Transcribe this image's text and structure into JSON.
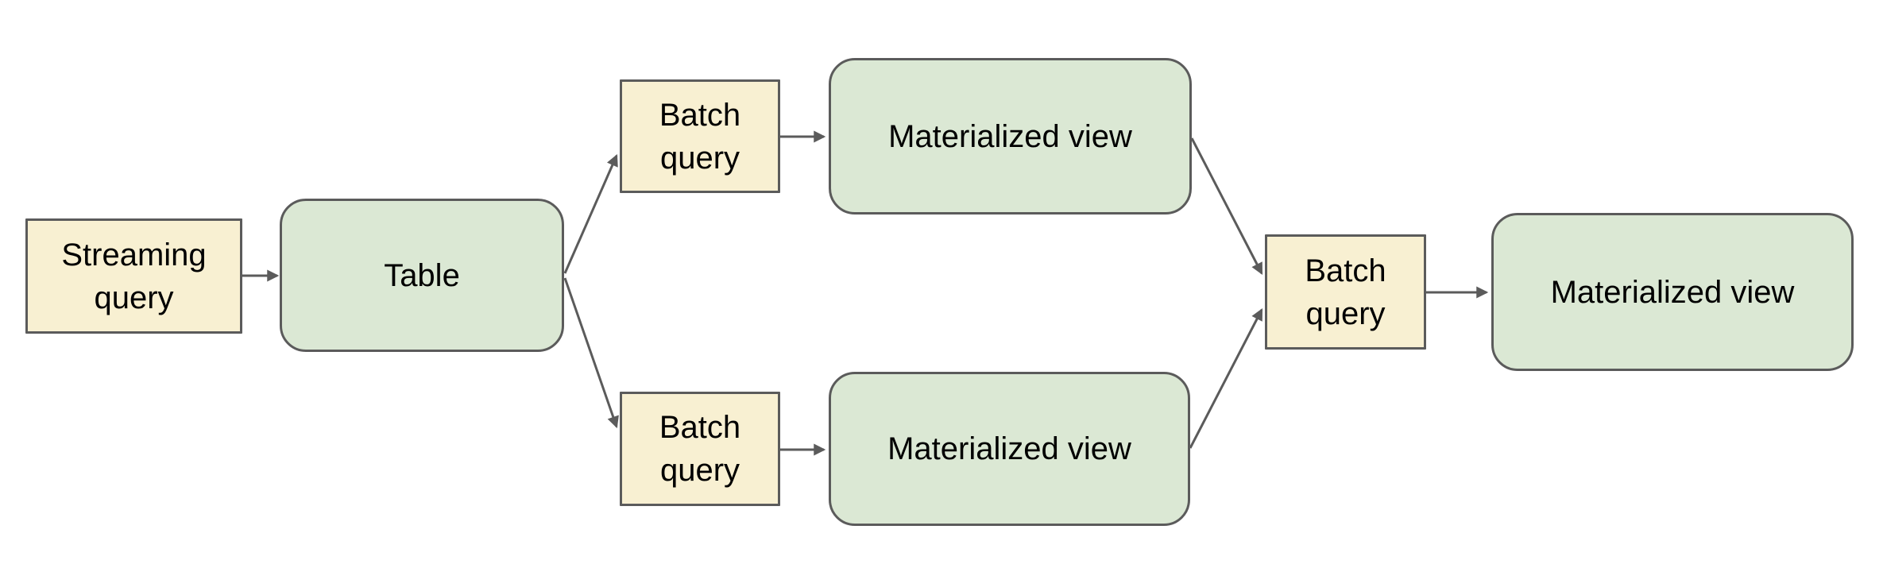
{
  "diagram": {
    "type": "flowchart",
    "nodes": {
      "streaming_query": {
        "label": "Streaming query",
        "kind": "query"
      },
      "table": {
        "label": "Table",
        "kind": "dataset"
      },
      "batch_query_top": {
        "label": "Batch query",
        "kind": "query"
      },
      "materialized_view_top": {
        "label": "Materialized view",
        "kind": "dataset"
      },
      "batch_query_bottom": {
        "label": "Batch query",
        "kind": "query"
      },
      "materialized_view_bottom": {
        "label": "Materialized view",
        "kind": "dataset"
      },
      "batch_query_right": {
        "label": "Batch query",
        "kind": "query"
      },
      "materialized_view_final": {
        "label": "Materialized view",
        "kind": "dataset"
      }
    },
    "edges": [
      {
        "from": "streaming_query",
        "to": "table"
      },
      {
        "from": "table",
        "to": "batch_query_top"
      },
      {
        "from": "table",
        "to": "batch_query_bottom"
      },
      {
        "from": "batch_query_top",
        "to": "materialized_view_top"
      },
      {
        "from": "batch_query_bottom",
        "to": "materialized_view_bottom"
      },
      {
        "from": "materialized_view_top",
        "to": "batch_query_right"
      },
      {
        "from": "materialized_view_bottom",
        "to": "batch_query_right"
      },
      {
        "from": "batch_query_right",
        "to": "materialized_view_final"
      }
    ],
    "colors": {
      "query_fill": "#f8f0d2",
      "view_fill": "#dbe8d4",
      "stroke": "#5b5b5b",
      "text": "#000000",
      "background": "#ffffff"
    }
  }
}
